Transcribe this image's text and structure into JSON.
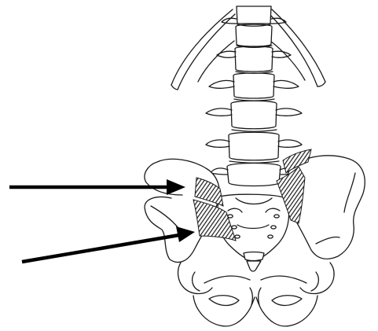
{
  "figure": {
    "background_color": "#ffffff",
    "line_color": "#1a1a1a",
    "arrow_color": "#000000",
    "muscle_shading_color": "#1a1a1a",
    "arrows": [
      {
        "name": "upper-arrow",
        "points_to": "iliolumbar-ligament-upper-band"
      },
      {
        "name": "lower-arrow",
        "points_to": "iliolumbar-ligament-lower-band"
      }
    ]
  }
}
